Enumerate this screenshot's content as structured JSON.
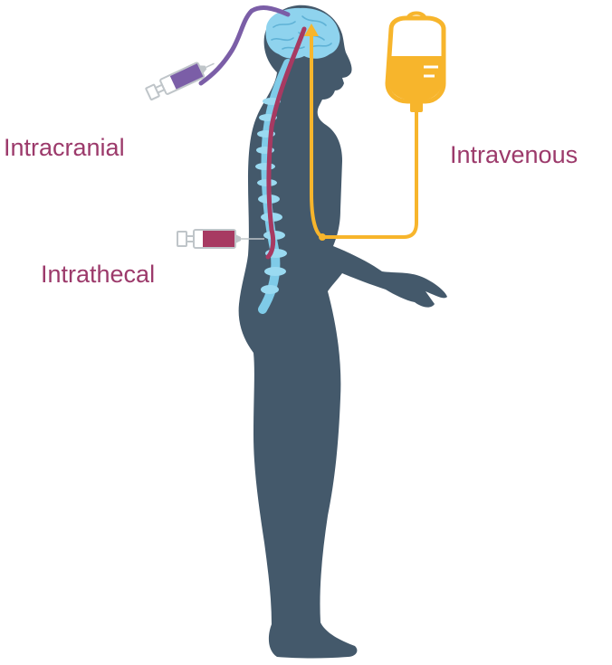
{
  "labels": {
    "intracranial": "Intracranial",
    "intravenous": "Intravenous",
    "intrathecal": "Intrathecal"
  },
  "colors": {
    "label_text": "#9c3a6b",
    "body": "#44596b",
    "brain": "#8fd3ee",
    "spine": "#7fcbe8",
    "intracranial_route": "#7b5ea7",
    "intrathecal_route": "#a73a62",
    "intravenous_route": "#f7b52c",
    "syringe_barrel": "#ffffff",
    "syringe_outline": "#bfc5c9"
  },
  "icons": {
    "human_body": "human-body-silhouette",
    "brain": "brain-icon",
    "spine": "spine-icon",
    "iv_bag": "iv-bag-icon",
    "syringe_intracranial": "syringe-icon",
    "syringe_intrathecal": "syringe-icon"
  }
}
